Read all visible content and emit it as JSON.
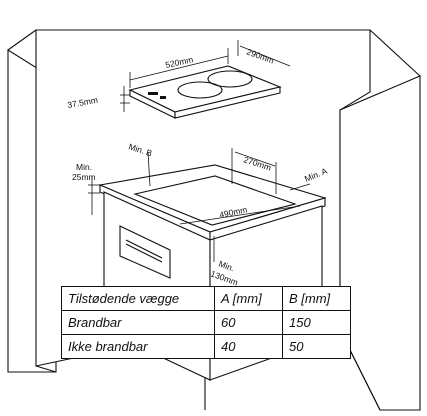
{
  "labels": {
    "width_hob": "520mm",
    "depth_hob": "290mm",
    "height_hob": "37.5mm",
    "min_b": "Min. B",
    "cut_depth": "270mm",
    "min_25_top": "Min.",
    "min_25_bottom": "25mm",
    "min_a": "Min. A",
    "cut_width": "490mm",
    "min_130_top": "Min.",
    "min_130_bottom": "130mm"
  },
  "table": {
    "header": [
      "Tilstødende vægge",
      "A [mm]",
      "B [mm]"
    ],
    "rows": [
      [
        "Brandbar",
        "60",
        "150"
      ],
      [
        "Ikke brandbar",
        "40",
        "50"
      ]
    ]
  }
}
